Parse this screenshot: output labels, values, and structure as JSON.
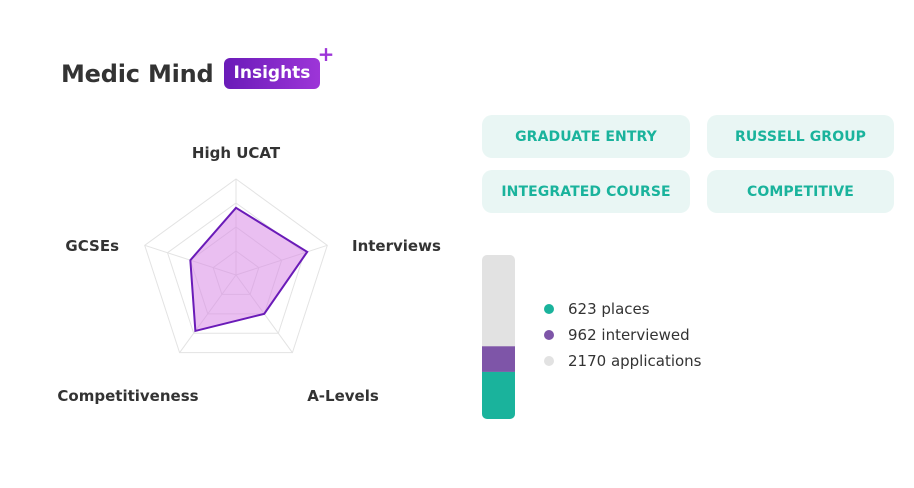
{
  "brand": {
    "name": "Medic Mind",
    "badge": "Insights",
    "plus": "+"
  },
  "colors": {
    "teal": "#1ab39c",
    "purple": "#7e55a8",
    "grey": "#e2e2e2",
    "radar_stroke": "#6a1bb8",
    "tag_bg": "#e9f6f4"
  },
  "tags": [
    "GRADUATE ENTRY",
    "RUSSELL GROUP",
    "INTEGRATED COURSE",
    "COMPETITIVE"
  ],
  "legend": [
    {
      "text": "623 places",
      "color": "#1ab39c"
    },
    {
      "text": "962 interviewed",
      "color": "#7e55a8"
    },
    {
      "text": "2170 applications",
      "color": "#e2e2e2"
    }
  ],
  "chart_data": [
    {
      "type": "radar",
      "axes": [
        "High UCAT",
        "Interviews",
        "A-Levels",
        "Competitiveness",
        "GCSEs"
      ],
      "values": [
        0.7,
        0.78,
        0.5,
        0.72,
        0.5
      ],
      "range": [
        0,
        1
      ],
      "rings": 4
    },
    {
      "type": "bar",
      "stacked": true,
      "series": [
        {
          "name": "places",
          "value": 623
        },
        {
          "name": "interviewed",
          "value": 962
        },
        {
          "name": "applications",
          "value": 2170
        }
      ]
    }
  ]
}
